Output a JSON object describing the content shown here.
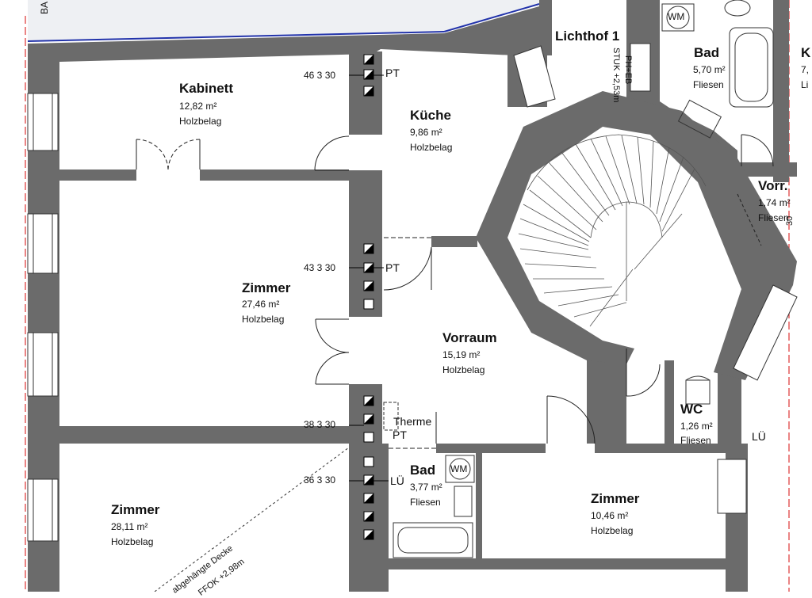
{
  "rooms": {
    "kabinett": {
      "name": "Kabinett",
      "area": "12,82 m²",
      "floor": "Holzbelag"
    },
    "kueche": {
      "name": "Küche",
      "area": "9,86 m²",
      "floor": "Holzbelag"
    },
    "zimmer1": {
      "name": "Zimmer",
      "area": "27,46 m²",
      "floor": "Holzbelag"
    },
    "vorraum": {
      "name": "Vorraum",
      "area": "15,19 m²",
      "floor": "Holzbelag"
    },
    "zimmer2": {
      "name": "Zimmer",
      "area": "28,11 m²",
      "floor": "Holzbelag"
    },
    "bad_small": {
      "name": "Bad",
      "area": "3,77 m²",
      "floor": "Fliesen"
    },
    "zimmer3": {
      "name": "Zimmer",
      "area": "10,46 m²",
      "floor": "Holzbelag"
    },
    "wc": {
      "name": "WC",
      "area": "1,26 m²",
      "floor": "Fliesen"
    },
    "bad_top": {
      "name": "Bad",
      "area": "5,70 m²",
      "floor": "Fliesen"
    },
    "vorr": {
      "name": "Vorr.",
      "area": "1,74 m²",
      "floor": "Fliesen"
    },
    "lichthof": {
      "name": "Lichthof 1"
    },
    "right_partial": {
      "name": "K",
      "area": "7,",
      "floor": "Li"
    }
  },
  "shaft_labels": {
    "row1": "46 3 30",
    "row2": "43 3 30",
    "row3": "38 3 30",
    "row4": "36 3 30"
  },
  "tags": {
    "pt1": "PT",
    "pt2": "PT",
    "pt3": "PT",
    "therme": "Therme",
    "lu1": "LÜ",
    "lu2": "LÜ",
    "wm1": "WM",
    "wm2": "WM",
    "stuk": "STUK +2,53m",
    "rhi": "PH+EB",
    "vorr_dim": "30",
    "ceiling": "abgehängte Decke",
    "ffok": "FFOK +2,98m",
    "corner": "BA"
  }
}
